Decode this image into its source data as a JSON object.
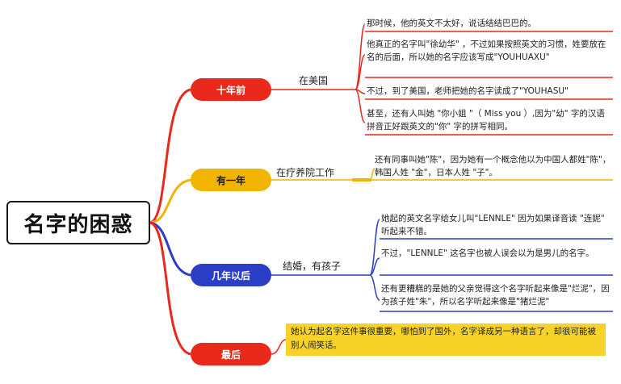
{
  "root": {
    "title": "名字的困惑"
  },
  "branches": [
    {
      "label": "十年前",
      "color": "#e8291c",
      "sub": "在美国",
      "leaves": [
        "那时候，他的英文不太好，说话结结巴巴的。",
        "他真正的名字叫\"徐幼华\" ，不过如果按照英文的习惯，姓要放在名的后面，所以她的名字应该写成\"YOUHUAXU\"",
        "不过，到了美国，老师把她的名字读成了\"YOUHASU\"",
        "甚至，还有人叫她 \"你小姐 \"（ Miss you ）,因为\"幼\" 字的汉语拼音正好跟英文的\"你\" 字的拼写相同。"
      ]
    },
    {
      "label": "有一年",
      "color": "#f1b400",
      "sub": "在疗养院工作",
      "leaves": [
        "还有同事叫她\"陈\"，因为她有一个概念他以为中国人都姓\"陈\"，韩国人姓 \"金\"，日本人姓 \"子\"。"
      ]
    },
    {
      "label": "几年以后",
      "color": "#2a3fc6",
      "sub": "结婚，有孩子",
      "leaves": [
        "她起的英文名字给女儿叫\"LENNLE\" 因为如果译音读 \"连妮\" 听起来不错。",
        "不过，\"LENNLE\"  这名字也被人误会以为是男儿的名字。",
        "还有更糟糕的是她的父亲觉得这个名字听起来像是\"烂泥\"，因为孩子姓\"朱\"，所以名字听起来像是\"猪烂泥\""
      ]
    },
    {
      "label": "最后",
      "color": "#e8291c",
      "note": "她认为起名字这件事很重要，哪怕到了国外，名字译成另一种语言了，却很可能被别人闹笑话。"
    }
  ]
}
